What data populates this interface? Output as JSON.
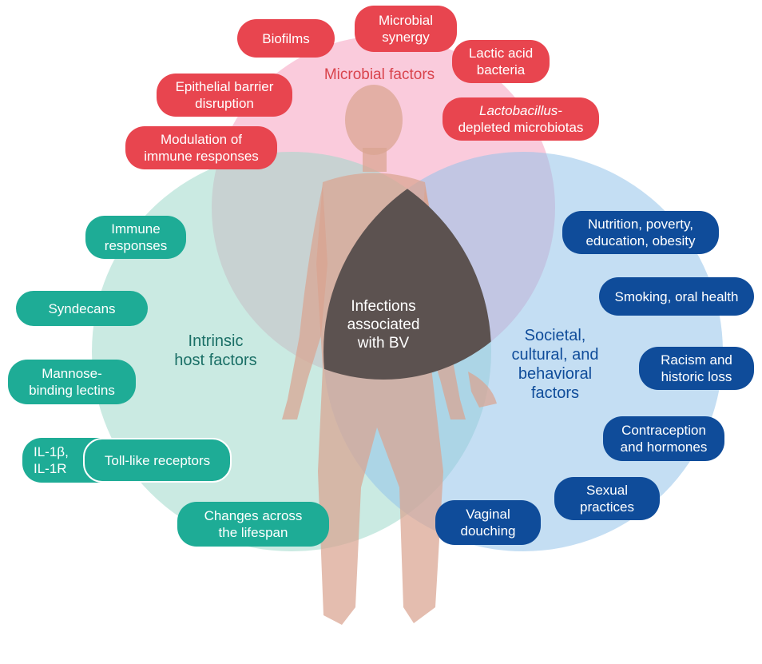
{
  "circles": {
    "microbial": {
      "label": "Microbial factors",
      "color": "#f7a9c4"
    },
    "host": {
      "label": "Intrinsic\nhost factors",
      "color": "#9fd8cb"
    },
    "societal": {
      "label": "Societal,\ncultural, and\nbehavioral\nfactors",
      "color": "#94c2ea"
    },
    "center": {
      "label": "Infections\nassociated\nwith BV",
      "color": "#5c5250"
    }
  },
  "colors": {
    "microbial_pill": "#e8454f",
    "host_pill": "#1eac96",
    "societal_pill": "#0f4c9a",
    "silhouette": "#d9a390"
  },
  "microbial_factors": [
    "Biofilms",
    "Microbial\nsynergy",
    "Lactic acid\nbacteria",
    "Epithelial barrier\ndisruption",
    "Lactobacillus-\ndepleted microbiotas",
    "Modulation of\nimmune responses"
  ],
  "host_factors": [
    "Immune\nresponses",
    "Syndecans",
    "Mannose-\nbinding lectins",
    "IL-1β,\nIL-1R",
    "Toll-like receptors",
    "Changes across\nthe lifespan"
  ],
  "societal_factors": [
    "Nutrition, poverty,\neducation, obesity",
    "Smoking, oral health",
    "Racism and\nhistoric loss",
    "Contraception\nand hormones",
    "Sexual\npractices",
    "Vaginal\ndouching"
  ]
}
